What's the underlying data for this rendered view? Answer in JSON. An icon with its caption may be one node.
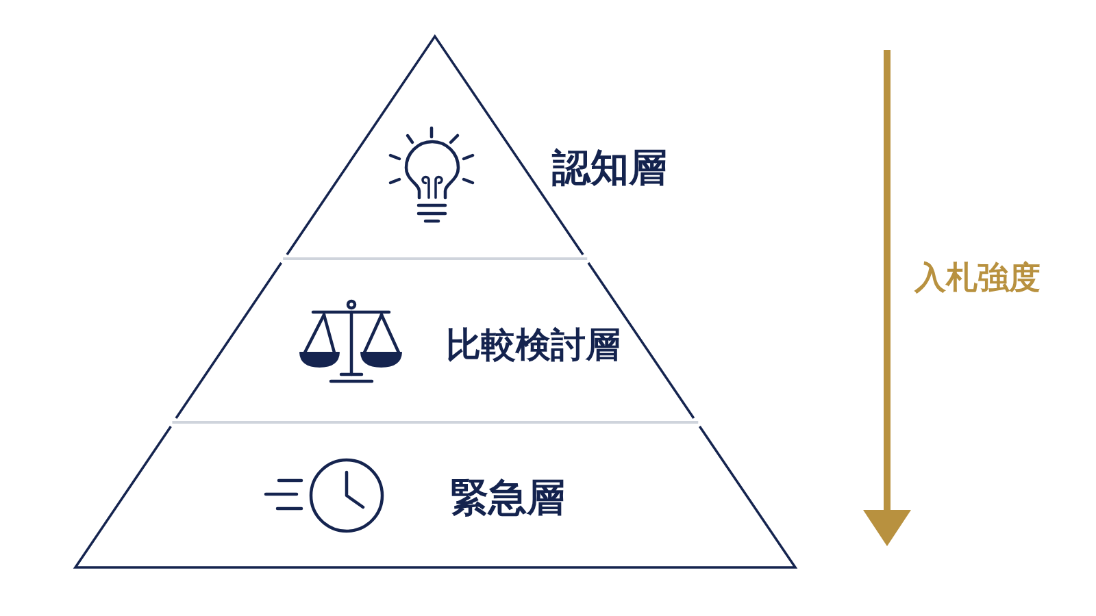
{
  "diagram": {
    "nodes": [
      {
        "text": [
          "認知層"
        ]
      },
      {
        "text": [
          "比較検討層"
        ]
      },
      {
        "text": [
          "緊急層"
        ]
      }
    ],
    "labels": [
      "入札強度"
    ]
  }
}
